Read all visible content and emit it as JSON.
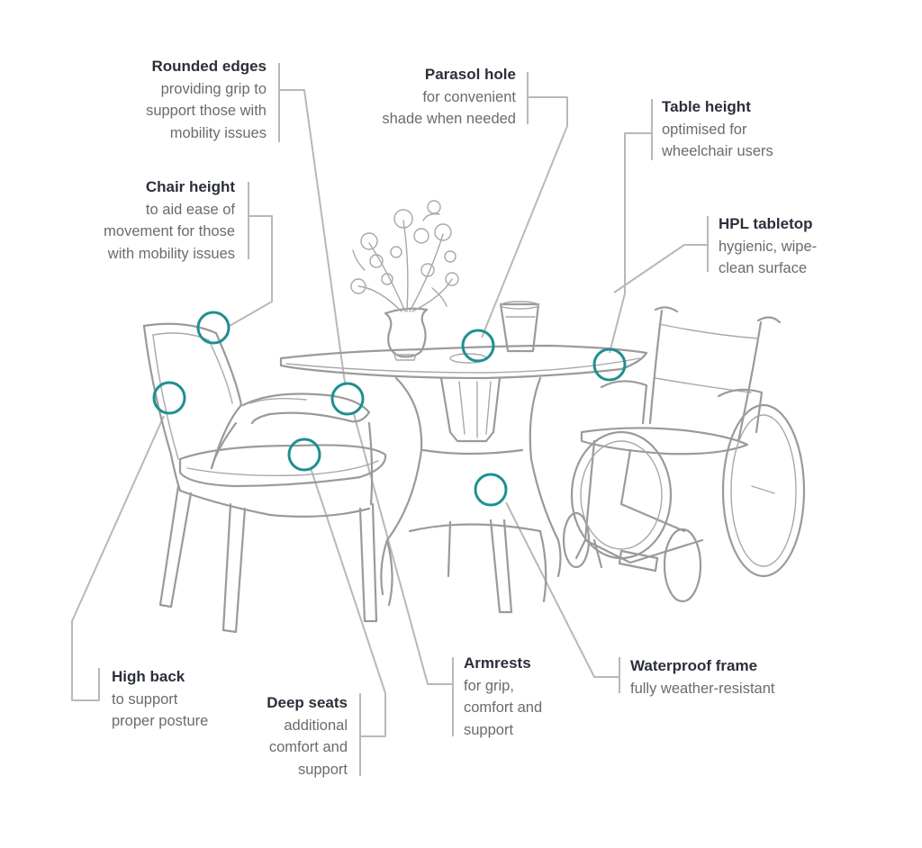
{
  "colors": {
    "marker": "#1e8f91",
    "leader": "#b8b8b8",
    "sketch": "#9a9a9a",
    "title": "#2b2f3a",
    "description": "#6b6b6b"
  },
  "callouts": {
    "rounded_edges": {
      "title": "Rounded edges",
      "description": "providing grip to\nsupport those with\nmobility issues"
    },
    "parasol_hole": {
      "title": "Parasol hole",
      "description": "for convenient\nshade when needed"
    },
    "table_height": {
      "title": "Table height",
      "description": "optimised for\nwheelchair users"
    },
    "chair_height": {
      "title": "Chair height",
      "description": "to aid ease of\nmovement for those\nwith mobility issues"
    },
    "hpl_tabletop": {
      "title": "HPL tabletop",
      "description": "hygienic, wipe-\nclean surface"
    },
    "high_back": {
      "title": "High back",
      "description": "to support\nproper posture"
    },
    "deep_seats": {
      "title": "Deep seats",
      "description": "additional\ncomfort and\nsupport"
    },
    "armrests": {
      "title": "Armrests",
      "description": "for grip,\ncomfort and\nsupport"
    },
    "waterproof_frame": {
      "title": "Waterproof frame",
      "description": "fully weather-resistant"
    }
  }
}
